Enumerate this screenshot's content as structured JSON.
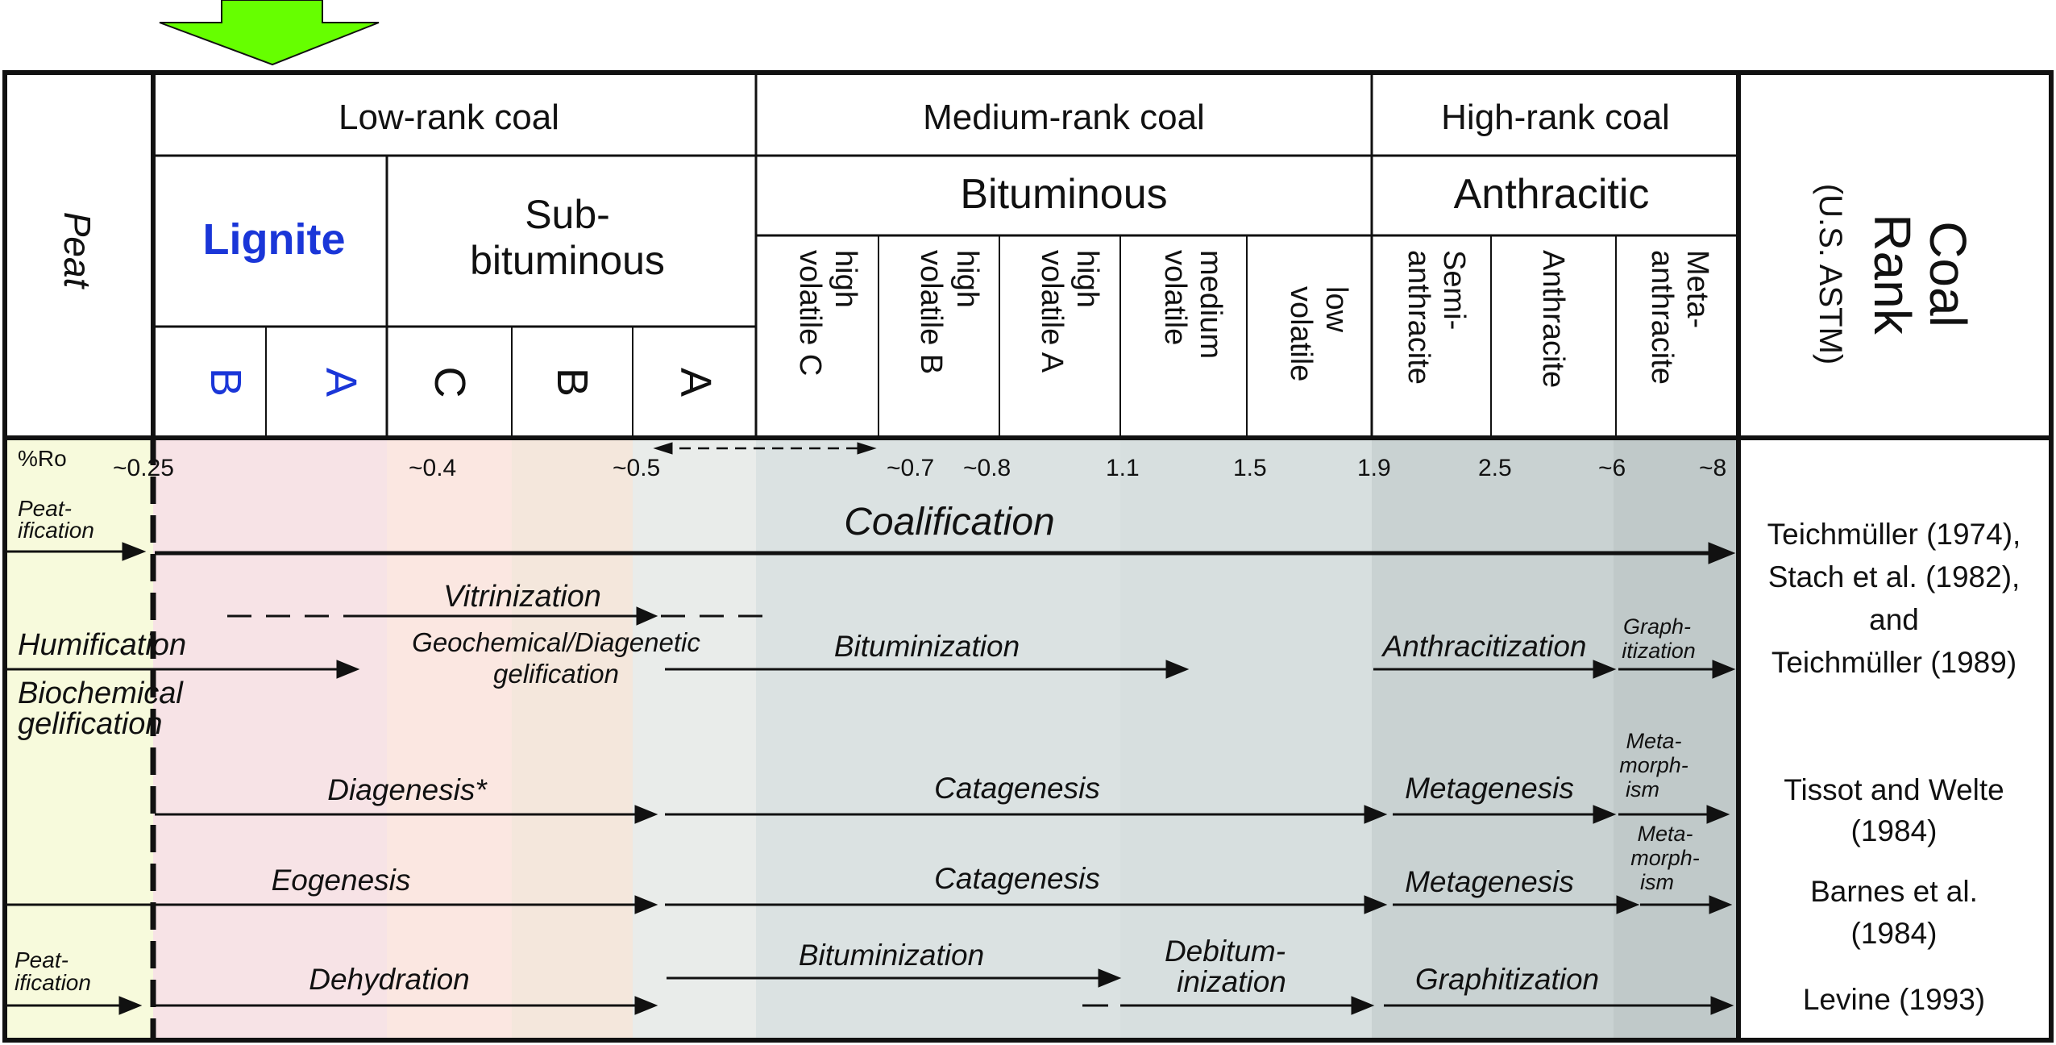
{
  "header": {
    "peat": "Peat",
    "rank_groups": [
      "Low-rank coal",
      "Medium-rank coal",
      "High-rank coal"
    ],
    "classes": {
      "lignite": "Lignite",
      "subbituminous_1": "Sub-",
      "subbituminous_2": "bituminous",
      "bituminous": "Bituminous",
      "anthracitic": "Anthracitic"
    },
    "lignite_sub": [
      "B",
      "A"
    ],
    "subbit_sub": [
      "C",
      "B",
      "A"
    ],
    "bituminous_sub": [
      [
        "high",
        "volatile C"
      ],
      [
        "high",
        "volatile B"
      ],
      [
        "high",
        "volatile A"
      ],
      [
        "medium",
        "volatile"
      ],
      [
        "low",
        "volatile"
      ]
    ],
    "anthracitic_sub": [
      [
        "Semi-",
        "anthracite"
      ],
      [
        "Anthracite"
      ],
      [
        "Meta-",
        "anthracite"
      ]
    ],
    "coal_rank_1": "Coal",
    "coal_rank_2": "Rank",
    "coal_rank_3": "(U.S. ASTM)"
  },
  "colors": {
    "arrow_fill": "#66ff00",
    "peat_band": "#f7fadc",
    "lignite_band": "#f7e3e6",
    "subbit_c_band": "#fbe7e1",
    "subbit_b_band": "#f4e7dc",
    "subbit_a_band": "#e9ecea",
    "bit_hvc_band": "#dbe2e2",
    "bit_rest_band": "#d7dfdf",
    "anth_band": "#c9d2d2",
    "meta_band": "#c0c9c9",
    "lignite_text": "#1a36d8"
  },
  "ro": {
    "label": "%Ro",
    "ticks": [
      "~0.25",
      "~0.4",
      "~0.5",
      "~0.7",
      "~0.8",
      "1.1",
      "1.5",
      "1.9",
      "2.5",
      "~6",
      "~8"
    ]
  },
  "processes": {
    "peatification": [
      "Peat-",
      "ification"
    ],
    "coalification": "Coalification",
    "vitrinization": "Vitrinization",
    "humification": "Humification",
    "geochem_1": "Geochemical/Diagenetic",
    "geochem_2": "gelification",
    "bituminization": "Bituminization",
    "anthracitization": "Anthracitization",
    "graphitization_1": "Graph-",
    "graphitization_2": "itization",
    "biochem_1": "Biochemical",
    "biochem_2": "gelification",
    "diagenesis": "Diagenesis*",
    "catagenesis": "Catagenesis",
    "metagenesis": "Metagenesis",
    "metamorphism": [
      "Meta-",
      "morph-",
      "ism"
    ],
    "eogenesis": "Eogenesis",
    "dehydration": "Dehydration",
    "bituminization2": "Bituminization",
    "debituminization_1": "Debitum-",
    "debituminization_2": "inization",
    "graphitization": "Graphitization"
  },
  "references": {
    "teich": [
      "Teichmüller (1974),",
      "Stach et al. (1982),",
      "and",
      "Teichmüller (1989)"
    ],
    "tissot": [
      "Tissot and Welte",
      "(1984)"
    ],
    "barnes": [
      "Barnes et al.",
      "(1984)"
    ],
    "levine": "Levine (1993)"
  }
}
